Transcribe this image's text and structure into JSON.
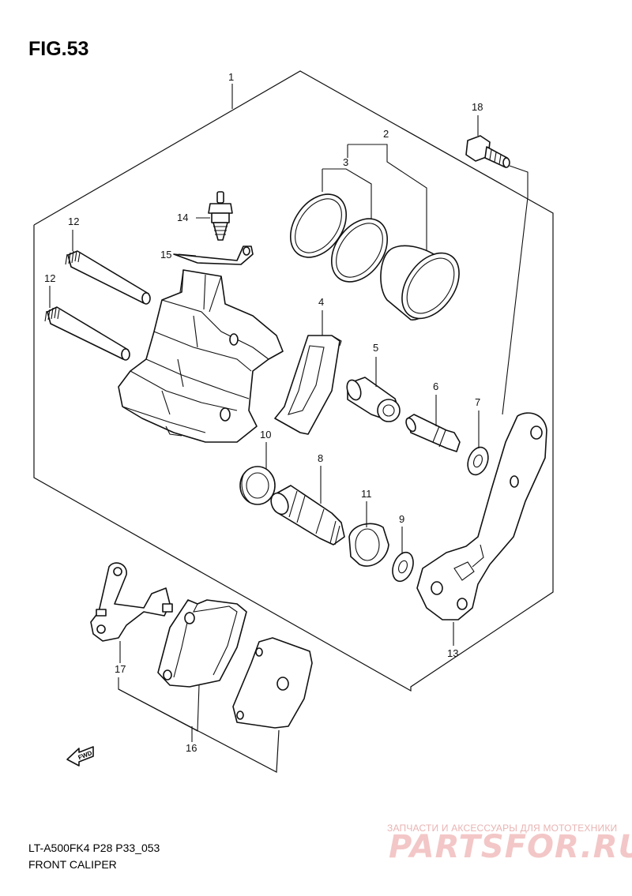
{
  "figure_title": "FIG.53",
  "model_code": "LT-A500FK4 P28 P33_053",
  "caption": "FRONT CALIPER",
  "fwd_label": "FWD",
  "watermark": {
    "tagline": "ЗАПЧАСТИ И АКСЕССУАРЫ ДЛЯ МОТОТЕХНИКИ",
    "brand": "PARTSFOR.RU"
  },
  "callouts": {
    "c1": "1",
    "c2": "2",
    "c3": "3",
    "c4": "4",
    "c5": "5",
    "c6": "6",
    "c7": "7",
    "c8": "8",
    "c9": "9",
    "c10": "10",
    "c11": "11",
    "c12a": "12",
    "c12b": "12",
    "c13": "13",
    "c14": "14",
    "c15": "15",
    "c16": "16",
    "c17": "17",
    "c18": "18"
  },
  "colors": {
    "line": "#111111",
    "watermark": "#f3c7c7",
    "background": "#ffffff"
  }
}
